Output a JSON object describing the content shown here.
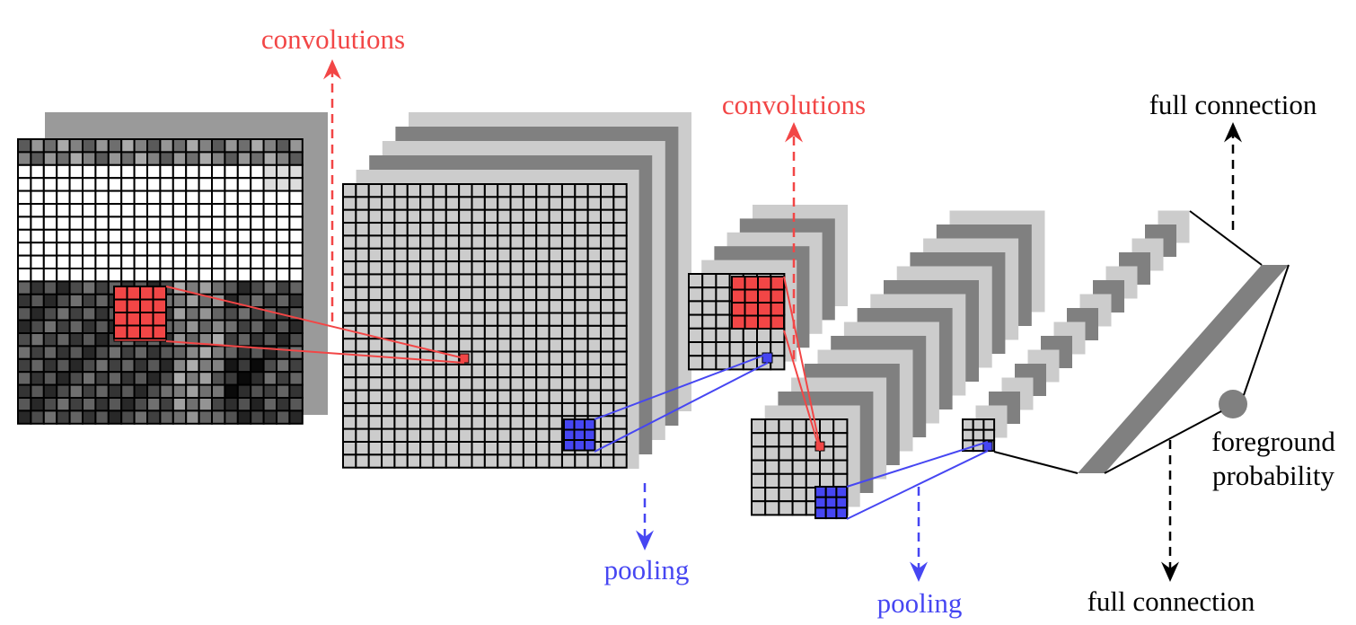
{
  "labels": {
    "convolutions_1": "convolutions",
    "convolutions_2": "convolutions",
    "pooling_1": "pooling",
    "pooling_2": "pooling",
    "full_connection_top": "full connection",
    "full_connection_bottom": "full connection",
    "foreground_line1": "foreground",
    "foreground_line2": "probability"
  },
  "colors": {
    "convolution": "#f24646",
    "pooling": "#4646f2",
    "dark_layer": "#808080",
    "light_layer": "#cccccc",
    "connection": "#000000"
  }
}
